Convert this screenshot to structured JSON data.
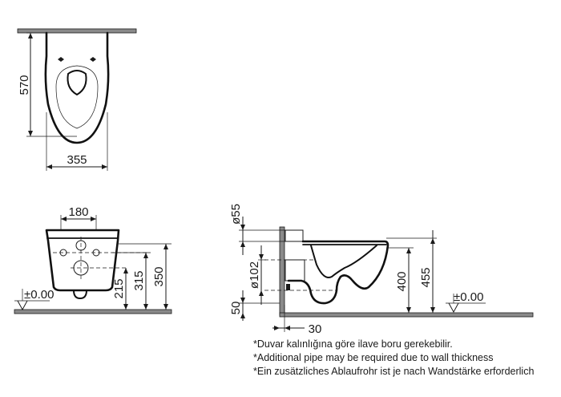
{
  "top_view": {
    "depth": "570",
    "width": "355"
  },
  "front_view": {
    "top_width": "180",
    "floor_level": "±0.00",
    "heights": [
      "215",
      "315",
      "350"
    ]
  },
  "side_view": {
    "pipe_diameter_top": "ø55",
    "pipe_diameter_outlet": "ø102",
    "floor_gap": "50",
    "outlet_height": "400",
    "total_height": "455",
    "wall_distance": "30",
    "floor_level": "±0.00"
  },
  "notes": [
    "*Duvar kalınlığına göre ilave boru gerekebilir.",
    "*Additional pipe may be required due to wall thickness",
    "*Ein zusätzliches Ablaufrohr ist je nach Wandstärke erforderlich"
  ]
}
